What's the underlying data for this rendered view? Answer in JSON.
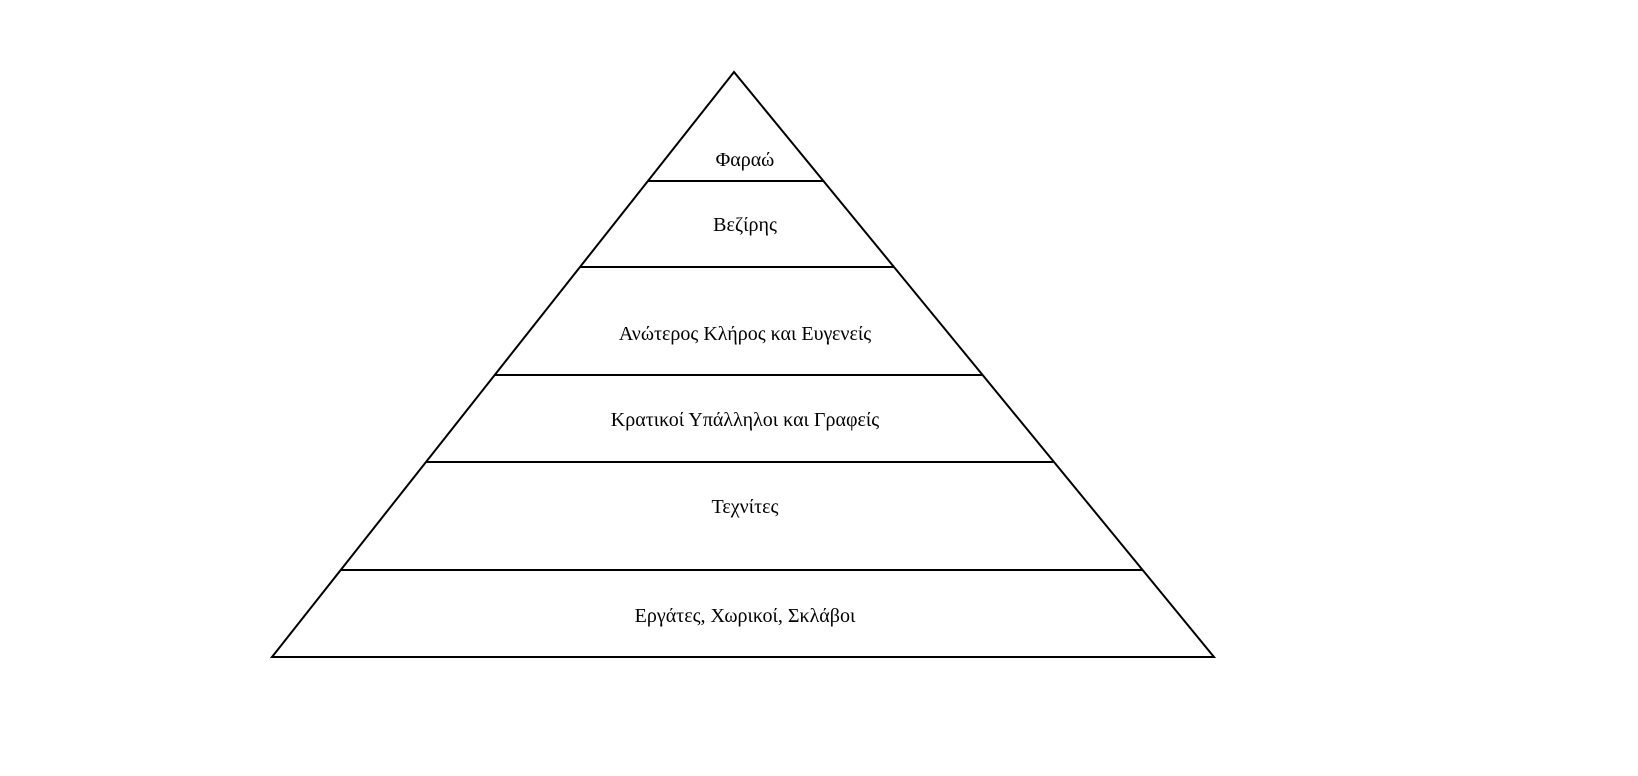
{
  "diagram": {
    "type": "pyramid",
    "levels_top_to_bottom": [
      "Φαραώ",
      "Βεζίρης",
      "Ανώτερος Κλήρος και Ευγενείς",
      "Κρατικοί Υπάλληλοι και Γραφείς",
      "Τεχνίτες",
      "Εργάτες, Χωρικοί, Σκλάβοι"
    ],
    "line_color": "#000000",
    "background": "#ffffff"
  }
}
